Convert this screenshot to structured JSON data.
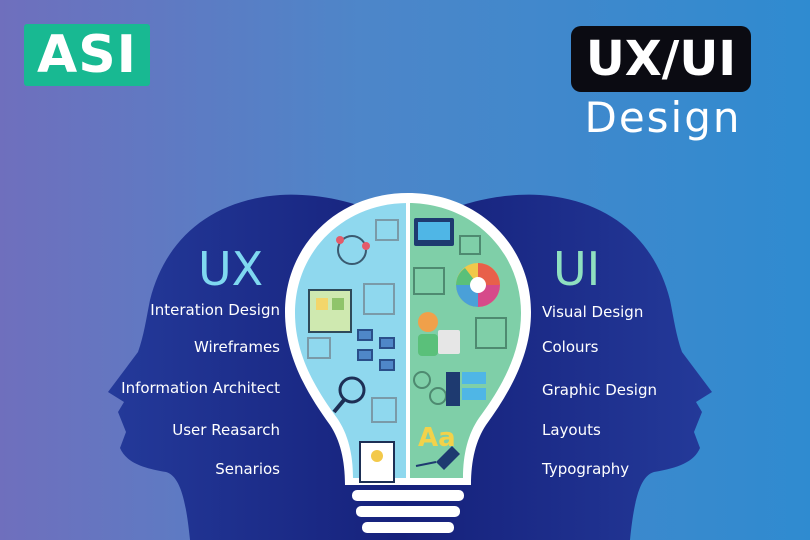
{
  "logo": {
    "text": "ASI"
  },
  "title": {
    "badge": "UX/UI",
    "subtitle": "Design"
  },
  "ux": {
    "heading": "UX",
    "items": [
      "Interation Design",
      "Wireframes",
      "Information Architect",
      "User Reasarch",
      "Senarios"
    ]
  },
  "ui": {
    "heading": "UI",
    "items": [
      "Visual Design",
      "Colours",
      "Graphic Design",
      "Layouts",
      "Typography"
    ]
  },
  "colors": {
    "logo": "#18b992",
    "head": "#1c2a8a",
    "bulb_left": "#8fd8ee",
    "bulb_right": "#7fcfa8",
    "ux_heading": "#7fd8f0",
    "ui_heading": "#8fe0c0"
  },
  "icons": [
    "ux-ui-sketch-icons",
    "color-wheel-icon",
    "designer-figure-icon",
    "typography-pen-icon",
    "light-bulb-icon"
  ]
}
